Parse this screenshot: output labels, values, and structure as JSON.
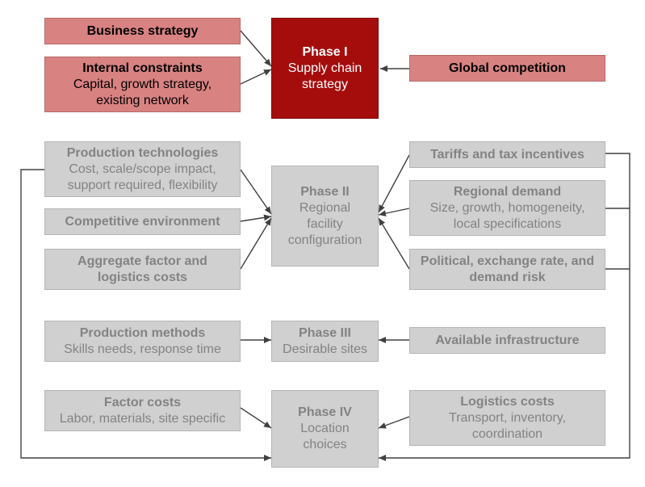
{
  "colors": {
    "phase1_box": "#a50d0d",
    "input_box_red": "#d98282",
    "gray_box": "#d0d0d0",
    "gray_text": "#838383",
    "arrow": "#404040"
  },
  "phase1": {
    "business_strategy": "Business strategy",
    "internal_constraints_title": "Internal constraints",
    "internal_constraints_l1": "Capital, growth strategy,",
    "internal_constraints_l2": "existing network",
    "center_l1": "Phase I",
    "center_l2": "Supply chain",
    "center_l3": "strategy",
    "global_competition": "Global competition"
  },
  "phase2": {
    "production_tech_title": "Production technologies",
    "production_tech_l1": "Cost, scale/scope impact,",
    "production_tech_l2": "support required, flexibility",
    "competitive_env": "Competitive environment",
    "aggregate_l1": "Aggregate factor and",
    "aggregate_l2": "logistics costs",
    "center_l1": "Phase II",
    "center_l2": "Regional",
    "center_l3": "facility",
    "center_l4": "configuration",
    "tariffs": "Tariffs and tax incentives",
    "regional_demand_title": "Regional demand",
    "regional_demand_l1": "Size, growth, homogeneity,",
    "regional_demand_l2": "local specifications",
    "political_l1": "Political, exchange rate, and",
    "political_l2": "demand risk"
  },
  "phase3": {
    "production_methods_title": "Production methods",
    "production_methods_l1": "Skills needs, response time",
    "center_l1": "Phase III",
    "center_l2": "Desirable sites",
    "infrastructure": "Available infrastructure"
  },
  "phase4": {
    "factor_costs_title": "Factor costs",
    "factor_costs_l1": "Labor, materials, site specific",
    "center_l1": "Phase IV",
    "center_l2": "Location",
    "center_l3": "choices",
    "logistics_title": "Logistics costs",
    "logistics_l1": "Transport, inventory,",
    "logistics_l2": "coordination"
  }
}
